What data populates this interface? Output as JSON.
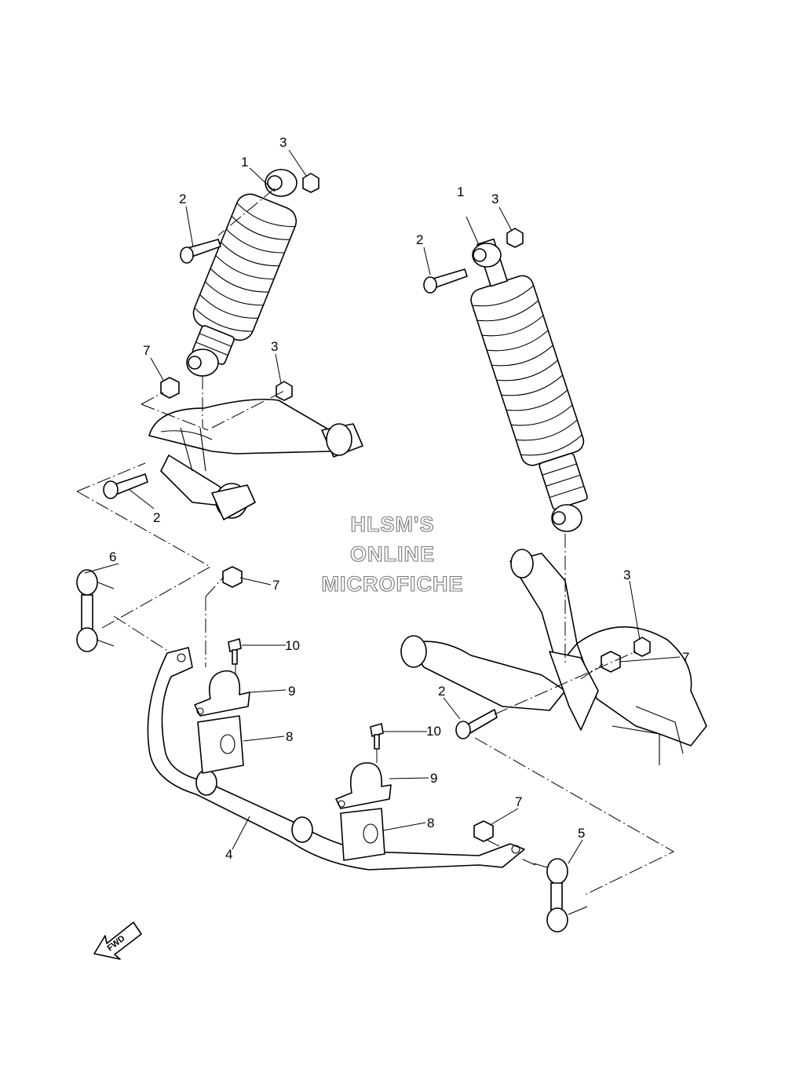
{
  "watermark": {
    "line1": "HLSM'S",
    "line2": "ONLINE",
    "line3": "MICROFICHE"
  },
  "fwd_label": "FWD",
  "callouts": {
    "c1a": "1",
    "c1b": "1",
    "c2a": "2",
    "c2b": "2",
    "c2c": "2",
    "c2d": "2",
    "c3a": "3",
    "c3b": "3",
    "c3c": "3",
    "c3d": "3",
    "c4": "4",
    "c5": "5",
    "c6": "6",
    "c7a": "7",
    "c7b": "7",
    "c7c": "7",
    "c7d": "7",
    "c8a": "8",
    "c8b": "8",
    "c9a": "9",
    "c9b": "9",
    "c10a": "10",
    "c10b": "10"
  }
}
